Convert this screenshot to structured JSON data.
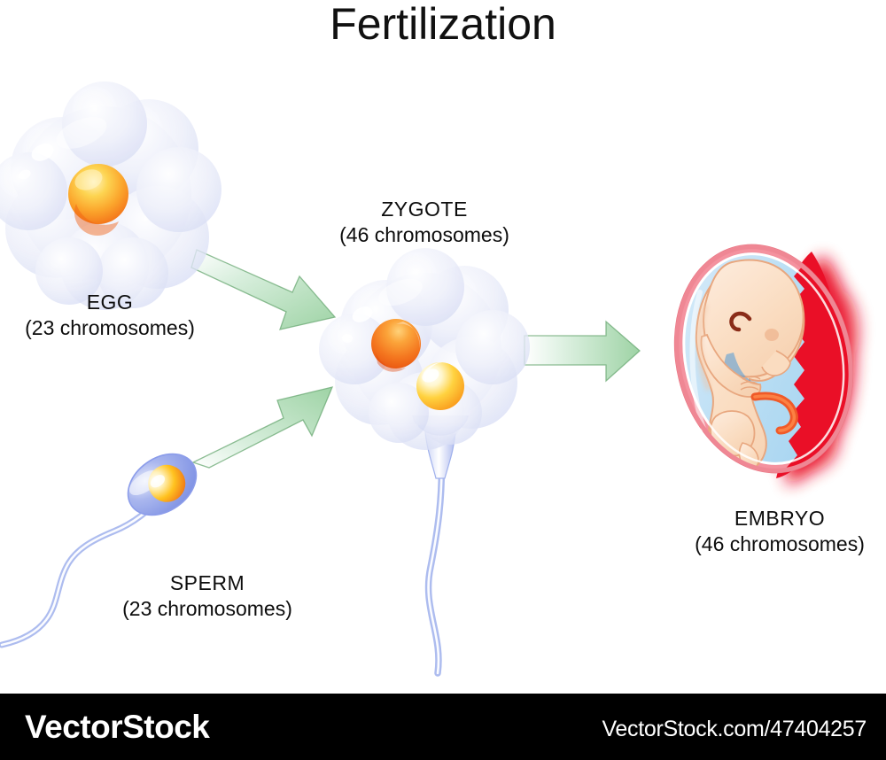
{
  "diagram": {
    "title": "Fertilization",
    "type": "biology-process-diagram",
    "background_color": "#ffffff",
    "stages": [
      {
        "id": "egg",
        "name": "EGG",
        "detail": "(23 chromosomes)",
        "icon": "egg-cell-icon",
        "colors": {
          "cytoplasm": "#e6e9f7",
          "nucleus": "#f9a23b"
        }
      },
      {
        "id": "sperm",
        "name": "SPERM",
        "detail": "(23 chromosomes)",
        "icon": "sperm-cell-icon",
        "colors": {
          "head": "#8fa0e8",
          "nucleus": "#ffc83c",
          "tail": "#b9c4ef"
        }
      },
      {
        "id": "zygote",
        "name": "ZYGOTE",
        "detail": "(46 chromosomes)",
        "icon": "zygote-cell-icon",
        "colors": {
          "cytoplasm": "#e6e9f7",
          "nucleus_egg": "#f5812a",
          "nucleus_sperm": "#ffd23f"
        }
      },
      {
        "id": "embryo",
        "name": "EMBRYO",
        "detail": "(46 chromosomes)",
        "icon": "embryo-in-womb-icon",
        "colors": {
          "skin": "#fadcc0",
          "amnion": "#f4929f",
          "fluid": "#bfe0f5",
          "placenta": "#ea0f27",
          "cord": "#f05a28"
        }
      }
    ],
    "arrows": [
      {
        "id": "arrow-egg-to-zygote",
        "icon": "arrow-down-right-icon",
        "color": "#9ed3a5"
      },
      {
        "id": "arrow-sperm-to-zygote",
        "icon": "arrow-up-right-icon",
        "color": "#9ed3a5"
      },
      {
        "id": "arrow-zygote-to-embryo",
        "icon": "arrow-right-icon",
        "color": "#9ed3a5"
      }
    ]
  },
  "footer": {
    "logo": "VectorStock",
    "url": "VectorStock.com/47404257",
    "background_color": "#000000",
    "text_color": "#ffffff"
  }
}
